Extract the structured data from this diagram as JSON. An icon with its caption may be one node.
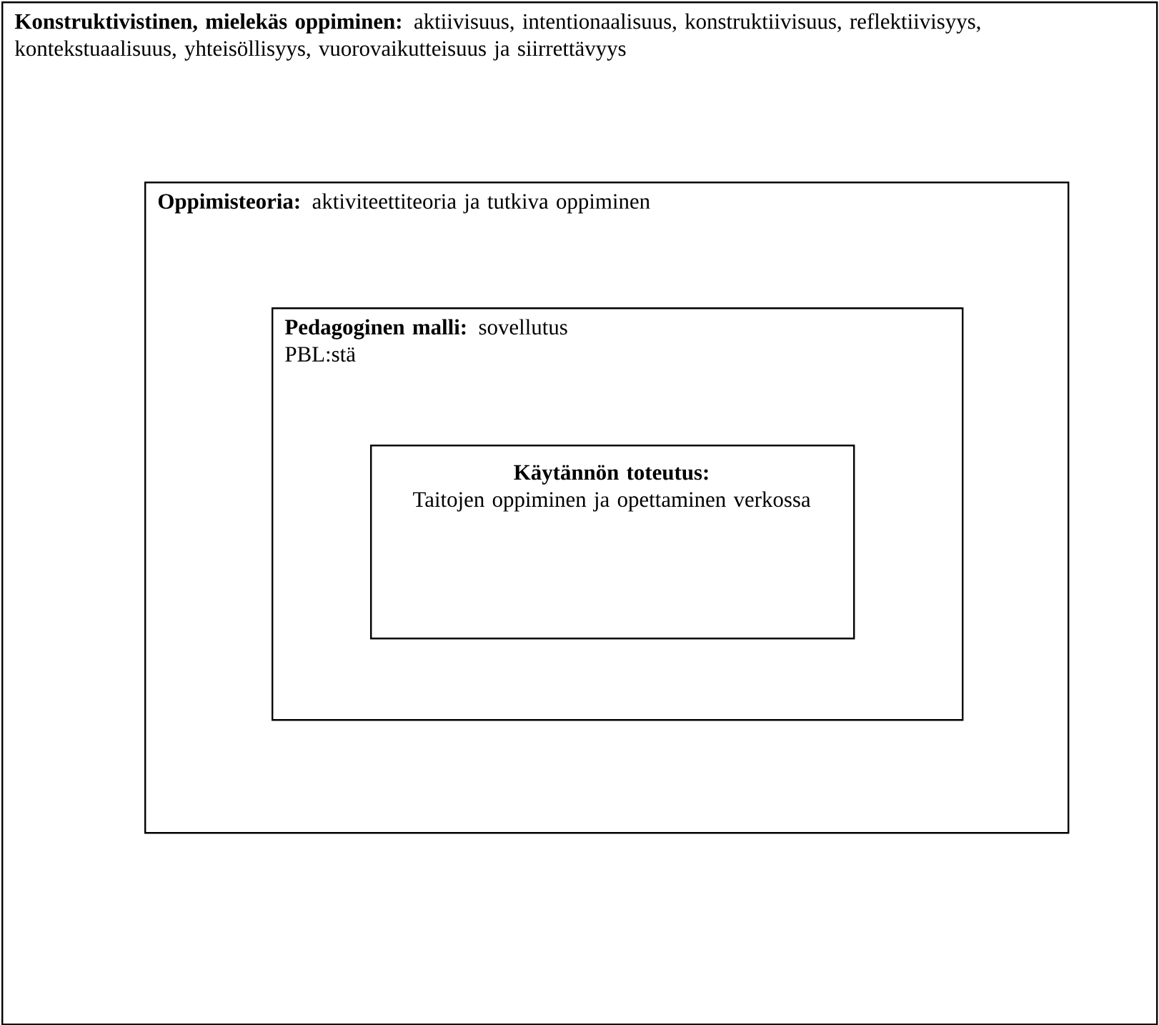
{
  "diagram": {
    "nodes": [
      {
        "text": [
          "**Konstruktivistinen, mielekäs oppiminen:** aktiivisuus, intentionaalisuus, konstruktiivisuus, reflektiivisyys, kontekstuaalisuus, yhteisöllisyys, vuorovaikutteisuus ja siirrettävyys"
        ]
      },
      {
        "text": [
          "**Oppimisteoria:** aktiviteettiteoria ja tutkiva oppiminen"
        ],
        "in": 0
      },
      {
        "text": [
          "**Pedagoginen malli:** sovellutus PBL:stä"
        ],
        "in": 1
      },
      {
        "text": [
          "Käytännön toteutus:",
          "Taitojen oppiminen ja opettaminen verkossa"
        ],
        "in": 2
      }
    ]
  }
}
